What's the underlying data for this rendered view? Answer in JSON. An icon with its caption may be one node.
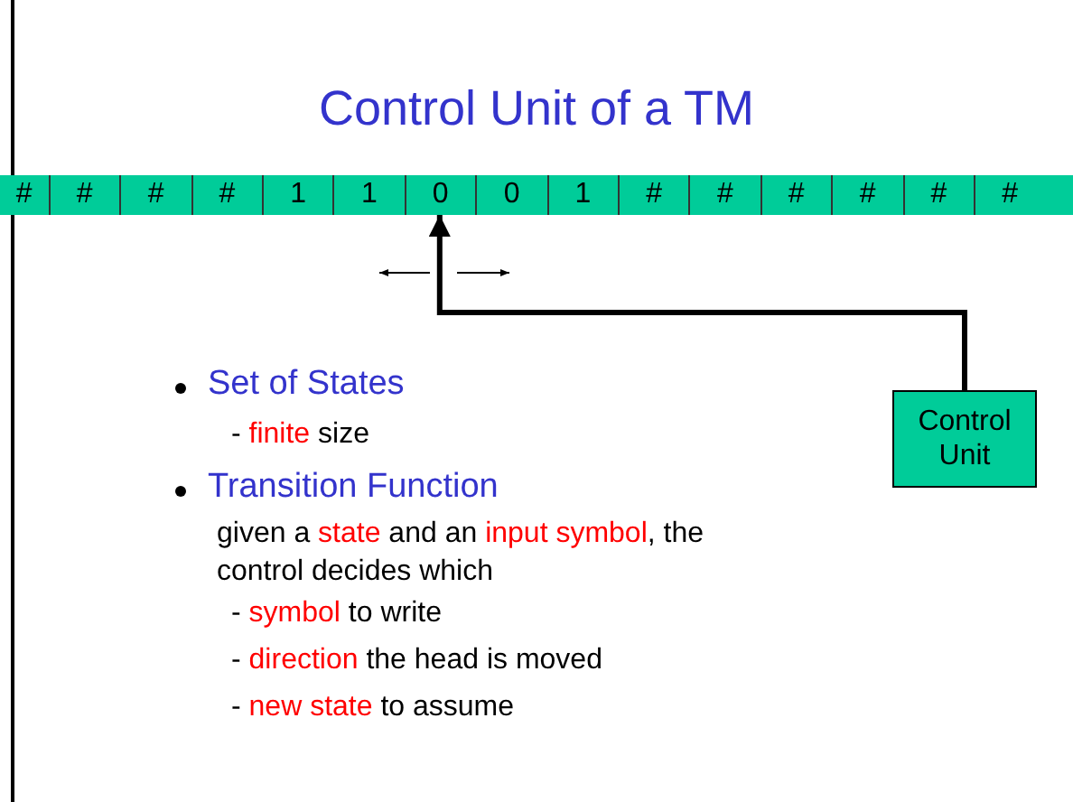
{
  "diagram": {
    "title": "Control Unit of a TM",
    "nodes": [
      {
        "text": [],
        "shape": "bar"
      },
      {
        "text": [
          "#"
        ],
        "in": 0
      },
      {
        "text": [
          "#"
        ],
        "in": 0
      },
      {
        "text": [
          "#"
        ],
        "in": 0
      },
      {
        "text": [
          "#"
        ],
        "in": 0
      },
      {
        "text": [
          "1"
        ],
        "in": 0
      },
      {
        "text": [
          "1"
        ],
        "in": 0
      },
      {
        "text": [
          "0"
        ],
        "in": 0
      },
      {
        "text": [
          "0"
        ],
        "in": 0
      },
      {
        "text": [
          "1"
        ],
        "in": 0
      },
      {
        "text": [
          "#"
        ],
        "in": 0
      },
      {
        "text": [
          "#"
        ],
        "in": 0
      },
      {
        "text": [
          "#"
        ],
        "in": 0
      },
      {
        "text": [
          "#"
        ],
        "in": 0
      },
      {
        "text": [
          "#"
        ],
        "in": 0
      },
      {
        "text": [
          "#"
        ],
        "in": 0
      },
      {
        "text": [
          "Control Unit"
        ]
      }
    ],
    "edges": [
      {
        "from": 16,
        "to": 7,
        "arrow": "to"
      }
    ],
    "labels": [
      "Set of States",
      "- **finite** size",
      "Transition Function",
      "given a **state** and an **input symbol**, the control decides which",
      "- **symbol** to write",
      "- **direction** the head is moved",
      "- **new state** to assume"
    ]
  }
}
